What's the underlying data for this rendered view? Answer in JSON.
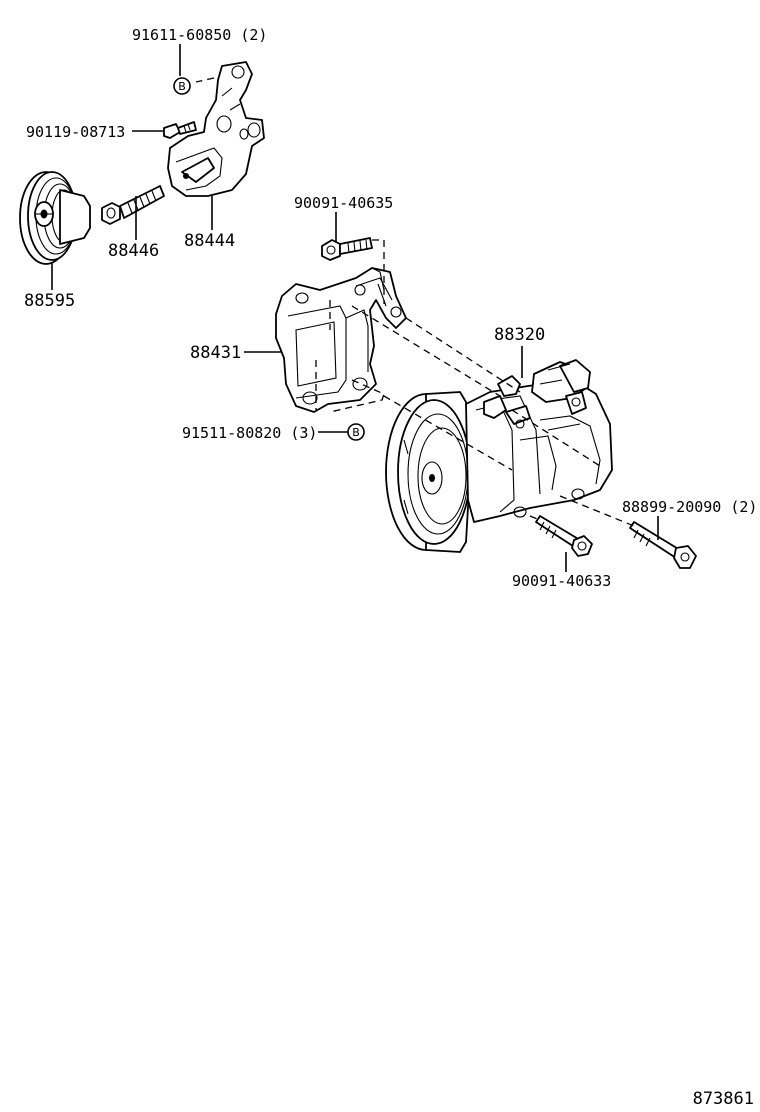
{
  "diagram": {
    "id_code": "873861",
    "callout_symbol": "B",
    "labels": {
      "bolt_top": "91611-60850 (2)",
      "bolt_small": "90119-08713",
      "idler_bracket": "88444",
      "adjust_bolt": "88446",
      "idler_pulley": "88595",
      "bracket_bolt": "90091-40635",
      "compressor_bracket": "88431",
      "bracket_mount_bolt": "91511-80820 (3)",
      "compressor": "88320",
      "compressor_bolt_long": "88899-20090 (2)",
      "compressor_bolt": "90091-40633"
    }
  }
}
